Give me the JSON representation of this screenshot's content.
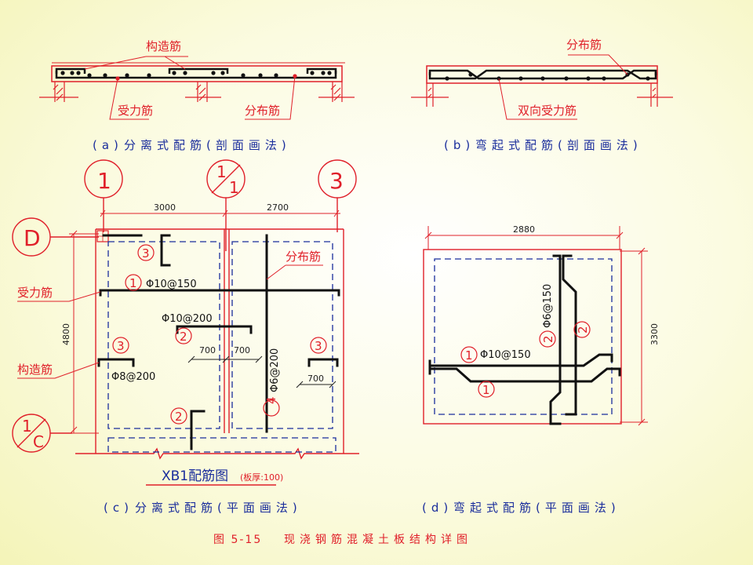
{
  "section_a": {
    "callout_top": "构造筋",
    "callout_bottom_left": "受力筋",
    "callout_bottom_right": "分布筋",
    "caption_tag": "(a)",
    "caption": "分离式配筋(剖面画法)"
  },
  "section_b": {
    "callout_top": "分布筋",
    "callout_bottom": "双向受力筋",
    "caption_tag": "(b)",
    "caption": "弯起式配筋(剖面画法)"
  },
  "plan_c": {
    "axis_1": "1",
    "axis_1_1_top": "1",
    "axis_1_1_bottom": "1",
    "axis_3": "3",
    "axis_D": "D",
    "axis_1_C_top": "1",
    "axis_1_C_bottom": "C",
    "dim_left_span": "3000",
    "dim_right_span": "2700",
    "dim_height": "4800",
    "label_distribution": "分布筋",
    "label_main": "受力筋",
    "label_construction": "构造筋",
    "bar1_no": "1",
    "bar1_spec": "Φ10@150",
    "bar2_no": "2",
    "bar2_spec": "Φ10@200",
    "bar2_no_b": "2",
    "bar3_no_a": "3",
    "bar3_no_b": "3",
    "bar3_no_c": "3",
    "bar3_spec": "Φ8@200",
    "bar4_no": "4",
    "bar4_spec": "Φ6@200",
    "dim_700_a": "700",
    "dim_700_b": "700",
    "dim_700_c": "700",
    "drawing_title": "XB1配筋图",
    "drawing_note": "(板厚:100)",
    "caption_tag": "(c)",
    "caption": "分离式配筋(平面画法)"
  },
  "plan_d": {
    "dim_width": "2880",
    "dim_height": "3300",
    "bar1_no": "1",
    "bar1_spec": "Φ10@150",
    "bar1_no_b": "1",
    "bar2_no": "2",
    "bar2_spec": "Φ6@150",
    "bar2_no_b": "2",
    "caption_tag": "(d)",
    "caption": "弯起式配筋(平面画法)"
  },
  "figure": {
    "number": "图 5-15",
    "title": "现浇钢筋混凝土板结构详图"
  },
  "colors": {
    "outline": "#e0202a",
    "text_red": "#e0202a",
    "text_blue": "#1a2d9c",
    "rebar": "#111111",
    "dashed_outline": "#1a2d9c"
  }
}
